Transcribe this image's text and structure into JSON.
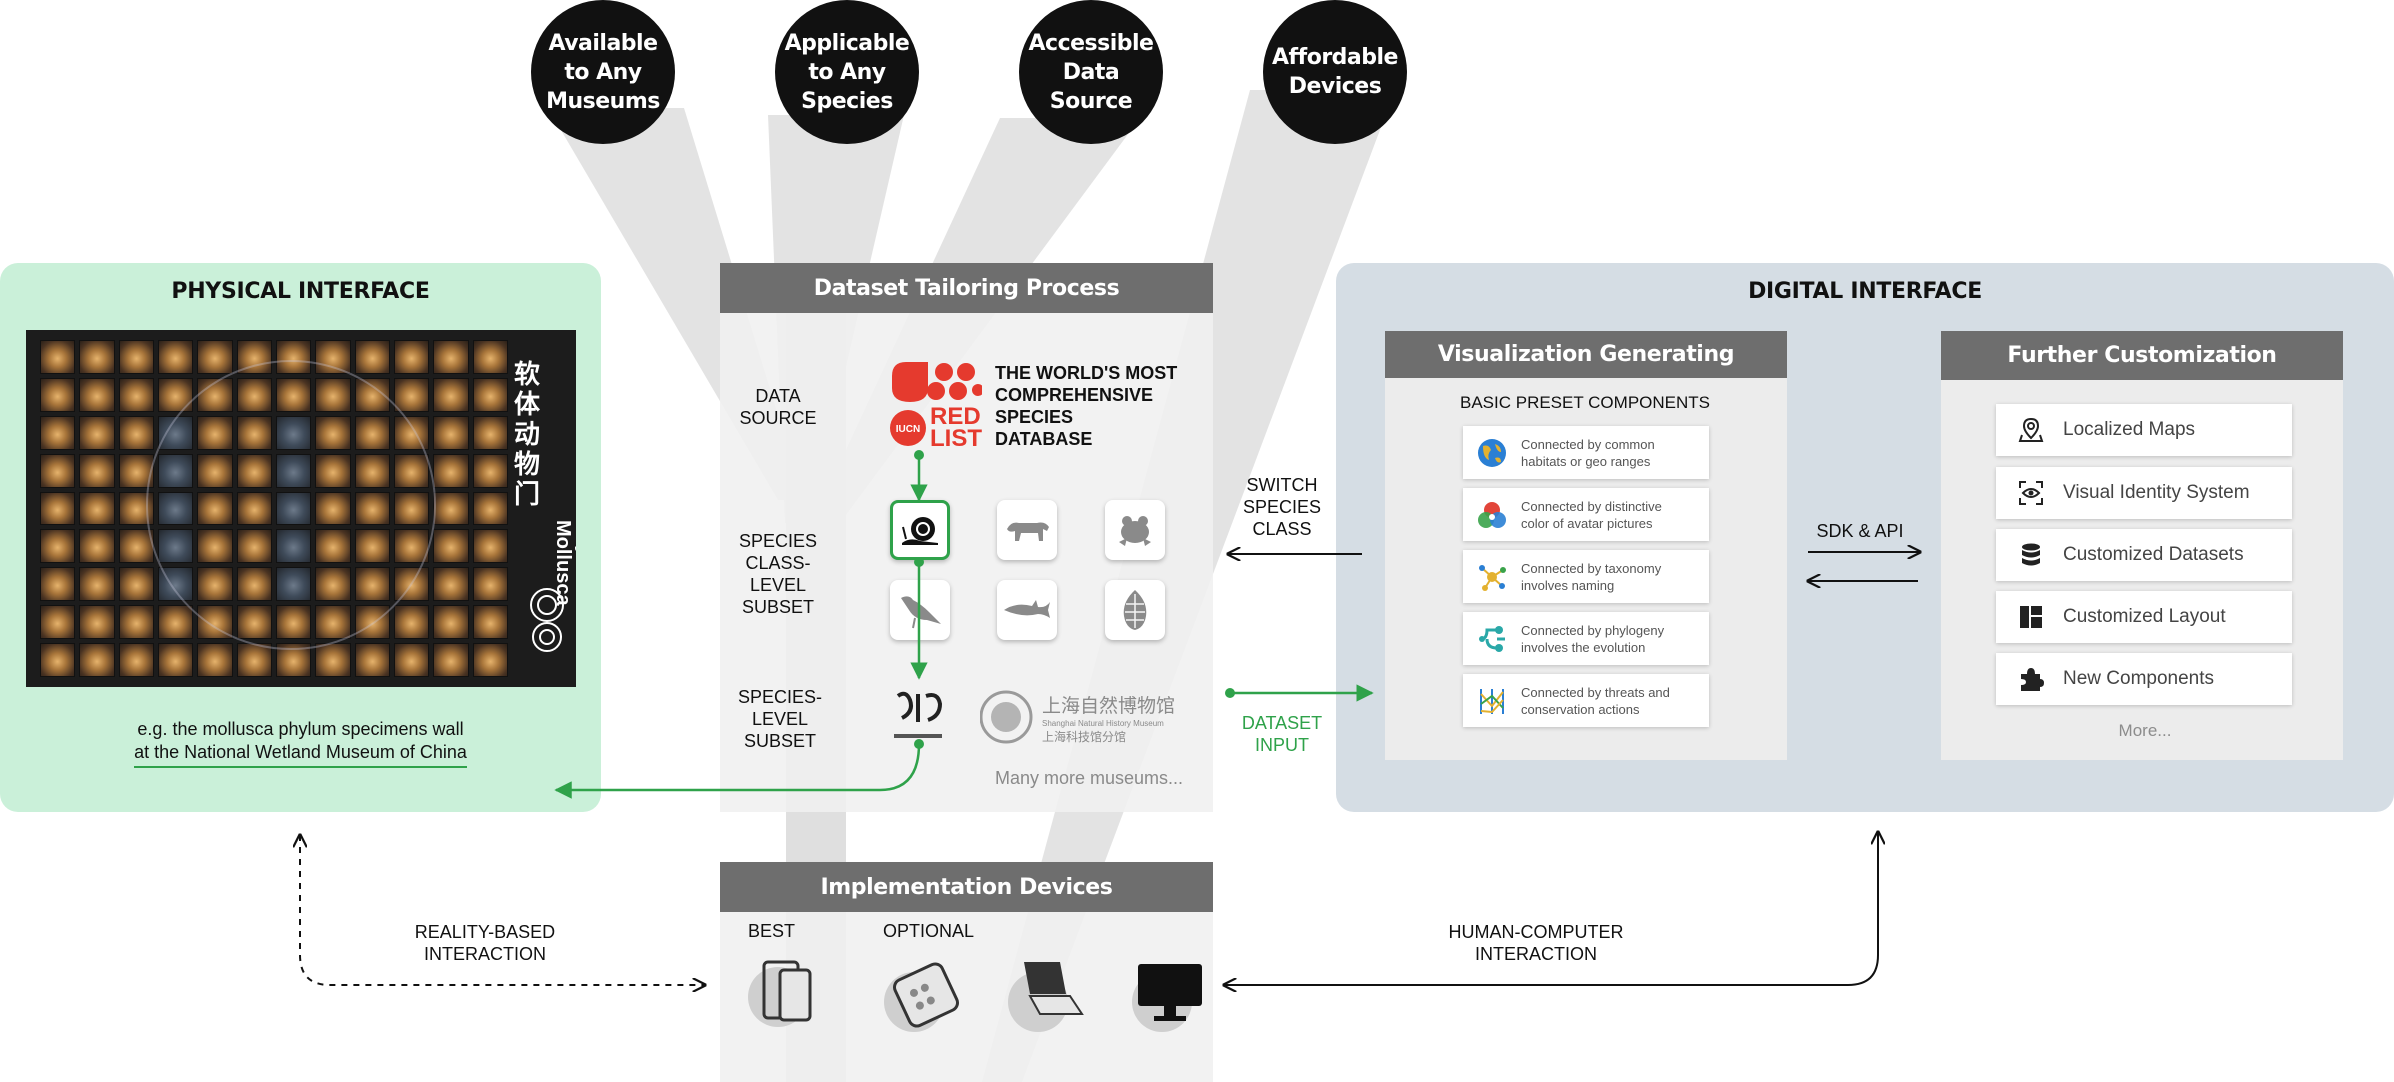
{
  "pillars": [
    {
      "label": "Available\nto Any\nMuseums"
    },
    {
      "label": "Applicable\nto Any\nSpecies"
    },
    {
      "label": "Accessible\nData\nSource"
    },
    {
      "label": "Affordable\nDevices"
    }
  ],
  "physical": {
    "title": "PHYSICAL INTERFACE",
    "wall_label_cn": "软体动物门",
    "wall_label_latin": "Phylum\nMollusca",
    "caption_line1": "e.g. the mollusca phylum specimens wall",
    "caption_line2": "at the National Wetland Museum of China"
  },
  "tailoring": {
    "title": "Dataset Tailoring Process",
    "row_labels": [
      "DATA\nSOURCE",
      "SPECIES\nCLASS-\nLEVEL\nSUBSET",
      "SPECIES-\nLEVEL\nSUBSET"
    ],
    "logo_iucn": "IUCN",
    "logo_red": "RED",
    "logo_list": "LIST",
    "database_text": "THE WORLD'S MOST\nCOMPREHENSIVE\nSPECIES\nDATABASE",
    "class_icons": [
      "snail-icon",
      "leopard-icon",
      "frog-icon",
      "bird-icon",
      "shark-icon",
      "pinecone-icon"
    ],
    "museum2_cn": "上海自然博物馆",
    "museum2_en": "Shanghai Natural History Museum",
    "museum2_sub": "上海科技馆分馆",
    "many_more": "Many more museums..."
  },
  "connectors": {
    "switch_label": "SWITCH\nSPECIES\nCLASS",
    "dataset_input_label": "DATASET\nINPUT",
    "sdk_label": "SDK & API",
    "reality_label": "REALITY-BASED\nINTERACTION",
    "hci_label": "HUMAN-COMPUTER\nINTERACTION"
  },
  "digital": {
    "title": "DIGITAL INTERFACE",
    "vis_title": "Visualization Generating",
    "basic_preset": "BASIC PRESET COMPONENTS",
    "preset_cards": [
      {
        "text": "Connected by common\nhabitats or geo ranges",
        "icon": "globe-icon"
      },
      {
        "text": "Connected by distinctive\ncolor of avatar pictures",
        "icon": "color-wheel-icon"
      },
      {
        "text": "Connected by taxonomy\ninvolves naming",
        "icon": "network-icon"
      },
      {
        "text": "Connected by phylogeny\ninvolves the evolution",
        "icon": "phylogeny-icon"
      },
      {
        "text": "Connected by threats and\nconservation actions",
        "icon": "parallel-coords-icon"
      }
    ],
    "custom_title": "Further Customization",
    "custom_items": [
      {
        "text": "Localized Maps",
        "icon": "map-pin-icon"
      },
      {
        "text": "Visual Identity System",
        "icon": "eye-scan-icon"
      },
      {
        "text": "Customized Datasets",
        "icon": "database-icon"
      },
      {
        "text": "Customized Layout",
        "icon": "layout-icon"
      },
      {
        "text": "New Components",
        "icon": "puzzle-icon"
      }
    ],
    "more": "More..."
  },
  "devices": {
    "title": "Implementation Devices",
    "best_label": "BEST",
    "optional_label": "OPTIONAL",
    "items": [
      "tablet-icon",
      "phone-icon",
      "laptop-icon",
      "monitor-icon"
    ]
  },
  "colors": {
    "accent_green": "#2fa24a",
    "physical_bg": "#c6efd6",
    "digital_bg": "#d5dde4",
    "bar_gray": "#6e6e6e",
    "iucn_red": "#e53a2e"
  }
}
